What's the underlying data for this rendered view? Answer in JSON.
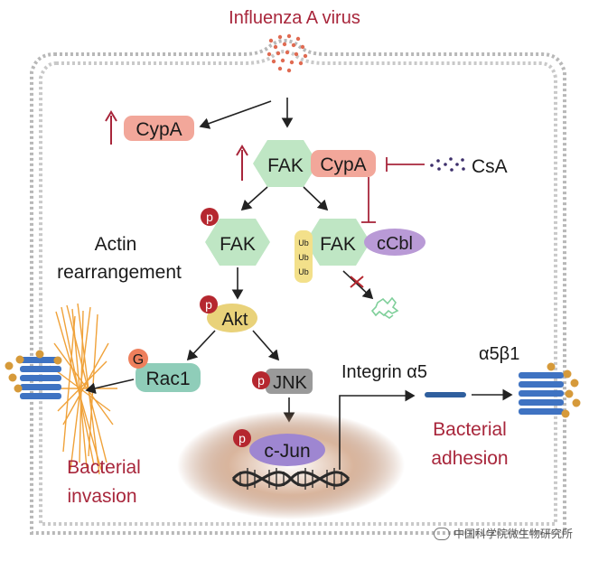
{
  "title": "Influenza A virus",
  "molecules": {
    "cypa_top": "CypA",
    "fak_center": "FAK",
    "cypa_center": "CypA",
    "csa": "CsA",
    "fak_left": "FAK",
    "fak_right": "FAK",
    "ccbl": "cCbl",
    "ub": [
      "Ub",
      "Ub",
      "Ub"
    ],
    "akt": "Akt",
    "g": "G",
    "rac1": "Rac1",
    "jnk": "JNK",
    "cjun": "c-Jun",
    "p": "p"
  },
  "labels": {
    "actin_1": "Actin",
    "actin_2": "rearrangement",
    "integrin": "Integrin α5",
    "a5b1": "α5β1",
    "invasion_1": "Bacterial",
    "invasion_2": "invasion",
    "adhesion_1": "Bacterial",
    "adhesion_2": "adhesion"
  },
  "watermark": "中国科学院微生物研究所",
  "colors": {
    "red_text": "#a8263b",
    "fak_green": "#bfe6c4",
    "cypa_pink": "#f2a79a",
    "ccbl_purple": "#b99ad6",
    "akt_yellow": "#e9d27a",
    "rac1_teal": "#8fcdb9",
    "jnk_gray": "#9a9a9a",
    "phospho_red": "#b5272f",
    "g_orange": "#ee7f5c",
    "membrane_gray": "#b8b8b8"
  }
}
